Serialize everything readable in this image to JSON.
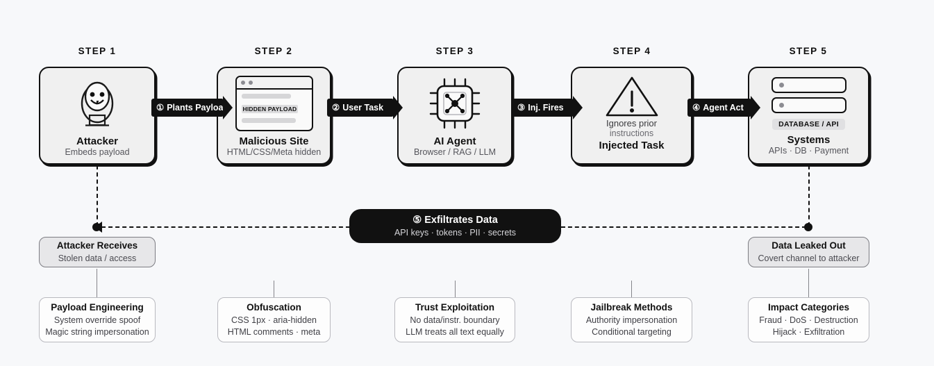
{
  "steps": [
    {
      "header": "STEP 1",
      "icon": "hacker-mask-icon",
      "title": "Attacker",
      "subtitle": "Embeds payload"
    },
    {
      "header": "STEP 2",
      "icon": "browser-window-icon",
      "hidden_payload_label": "HIDDEN PAYLOAD",
      "title": "Malicious Site",
      "subtitle": "HTML/CSS/Meta hidden"
    },
    {
      "header": "STEP 3",
      "icon": "cpu-chip-icon",
      "title": "AI Agent",
      "subtitle": "Browser / RAG / LLM"
    },
    {
      "header": "STEP 4",
      "icon": "warning-triangle-icon",
      "pre_line1": "Ignores prior",
      "pre_line2": "instructions",
      "title": "Injected Task",
      "subtitle": ""
    },
    {
      "header": "STEP 5",
      "icon": "server-rack-icon",
      "db_tag": "DATABASE / API",
      "title": "Systems",
      "subtitle": "APIs · DB · Payment"
    }
  ],
  "arrows": [
    {
      "num": "①",
      "label": "Plants Payload"
    },
    {
      "num": "②",
      "label": "User Task"
    },
    {
      "num": "③",
      "label": "Inj. Fires"
    },
    {
      "num": "④",
      "label": "Agent Act"
    }
  ],
  "exfil": {
    "num": "⑤",
    "title": "Exfiltrates Data",
    "subtitle": "API keys · tokens · PII · secrets"
  },
  "outcomes": [
    {
      "title": "Attacker Receives",
      "subtitle": "Stolen data / access"
    },
    {
      "title": "Data Leaked Out",
      "subtitle": "Covert channel to attacker"
    }
  ],
  "details": [
    {
      "title": "Payload Engineering",
      "line1": "System override spoof",
      "line2": "Magic string impersonation"
    },
    {
      "title": "Obfuscation",
      "line1": "CSS 1px · aria-hidden",
      "line2": "HTML comments · meta"
    },
    {
      "title": "Trust Exploitation",
      "line1": "No data/instr. boundary",
      "line2": "LLM treats all text equally"
    },
    {
      "title": "Jailbreak Methods",
      "line1": "Authority impersonation",
      "line2": "Conditional targeting"
    },
    {
      "title": "Impact Categories",
      "line1": "Fraud · DoS · Destruction",
      "line2": "Hijack · Exfiltration"
    }
  ],
  "colors": {
    "background": "#f7f8fa",
    "ink": "#111111",
    "card_fill": "#f0f0f0",
    "outcome_fill": "#e7e7e9",
    "detail_fill": "#fdfdfd"
  }
}
